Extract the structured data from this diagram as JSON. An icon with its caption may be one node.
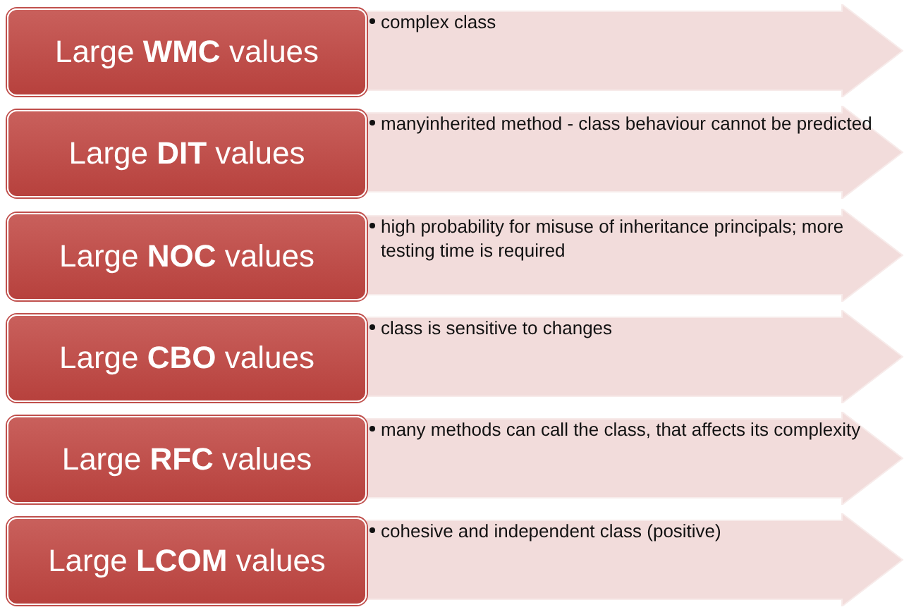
{
  "diagram": {
    "nodes": [
      {
        "text": [
          "Large **WMC** values"
        ]
      },
      {
        "text": [
          "complex class"
        ]
      },
      {
        "text": [
          "Large **DIT** values"
        ]
      },
      {
        "text": [
          "manyinherited method - class behaviour cannot be predicted"
        ]
      },
      {
        "text": [
          "Large **NOC** values"
        ]
      },
      {
        "text": [
          "high probability for misuse of inheritance principals; more testing time is required"
        ]
      },
      {
        "text": [
          "Large **CBO** values"
        ]
      },
      {
        "text": [
          "class is sensitive to changes"
        ]
      },
      {
        "text": [
          "Large **RFC** values"
        ]
      },
      {
        "text": [
          "many methods can call the class, that affects its complexity"
        ]
      },
      {
        "text": [
          "Large **LCOM** values"
        ]
      },
      {
        "text": [
          "cohesive and independent class (positive)"
        ]
      }
    ]
  }
}
